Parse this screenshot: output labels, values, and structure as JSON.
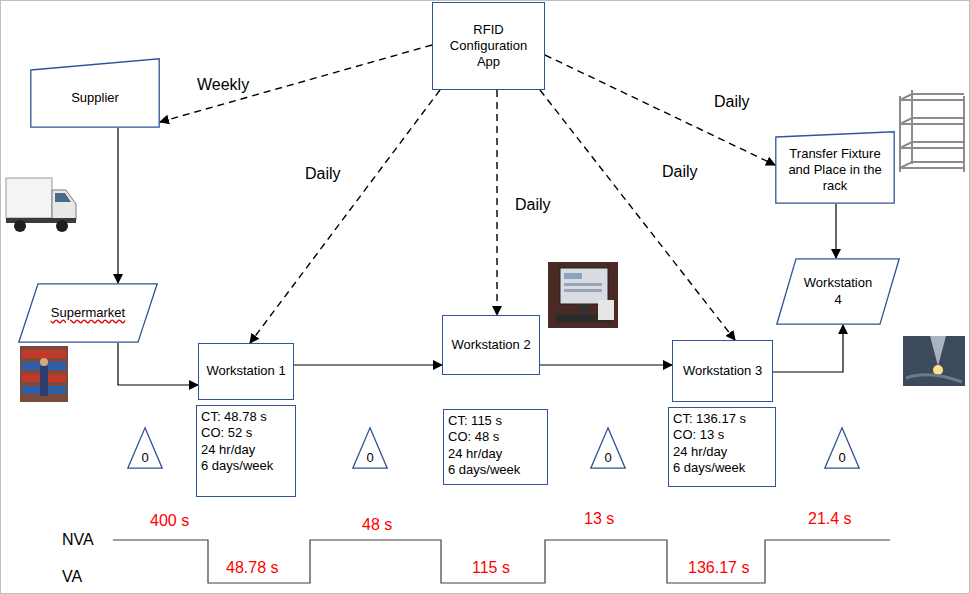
{
  "diagram": {
    "nodes": [
      {
        "text": [
          "RFID Configuration App"
        ]
      },
      {
        "text": [
          "Supplier"
        ]
      },
      {
        "text": [
          "Transfer Fixture and Place in the rack"
        ]
      },
      {
        "text": [
          "Supermarket"
        ]
      },
      {
        "text": [
          "Workstation 4"
        ]
      },
      {
        "text": [
          "Workstation 1"
        ]
      },
      {
        "text": [
          "Workstation 2"
        ]
      },
      {
        "text": [
          "Workstation 3"
        ]
      },
      {
        "text": [
          "CT: 48.78 s",
          "CO: 52 s",
          "24 hr/day",
          "6 days/week"
        ]
      },
      {
        "text": [
          "CT: 115 s",
          "CO: 48 s",
          "24 hr/day",
          "6 days/week"
        ]
      },
      {
        "text": [
          "CT: 136.17 s",
          "CO: 13 s",
          "24 hr/day",
          "6 days/week"
        ]
      },
      {
        "text": [
          "0"
        ]
      },
      {
        "text": [
          "0"
        ]
      },
      {
        "text": [
          "0"
        ]
      },
      {
        "text": [
          "0"
        ]
      }
    ],
    "edges": [
      {
        "from": 0,
        "to": 1,
        "arrow": "to",
        "label": "Weekly"
      },
      {
        "from": 0,
        "to": 5,
        "arrow": "to",
        "label": "Daily"
      },
      {
        "from": 0,
        "to": 6,
        "arrow": "to",
        "label": "Daily"
      },
      {
        "from": 0,
        "to": 7,
        "arrow": "to",
        "label": "Daily"
      },
      {
        "from": 0,
        "to": 2,
        "arrow": "to",
        "label": "Daily"
      },
      {
        "from": 1,
        "to": 3,
        "arrow": "to"
      },
      {
        "from": 3,
        "to": 5,
        "arrow": "to"
      },
      {
        "from": 5,
        "to": 6,
        "arrow": "to"
      },
      {
        "from": 6,
        "to": 7,
        "arrow": "to"
      },
      {
        "from": 7,
        "to": 4,
        "arrow": "to"
      },
      {
        "from": 2,
        "to": 4,
        "arrow": "to"
      }
    ],
    "labels": [
      "NVA",
      "VA",
      "400 s",
      "48.78 s",
      "48 s",
      "115 s",
      "13 s",
      "136.17 s",
      "21.4 s"
    ]
  }
}
